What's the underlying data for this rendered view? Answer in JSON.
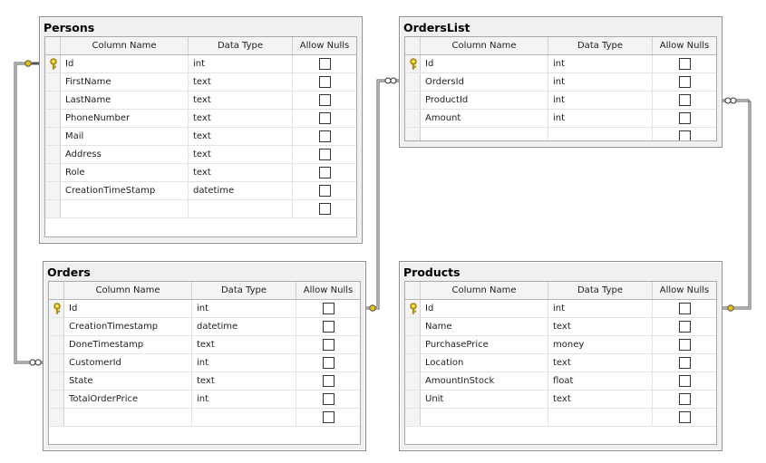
{
  "tables": [
    {
      "id": "persons",
      "title": "Persons",
      "headers": {
        "sel": "",
        "name": "Column Name",
        "type": "Data Type",
        "nulls": "Allow Nulls"
      },
      "columns": [
        {
          "name": "Id",
          "type": "int",
          "pk": true
        },
        {
          "name": "FirstName",
          "type": "text",
          "pk": false
        },
        {
          "name": "LastName",
          "type": "text",
          "pk": false
        },
        {
          "name": "PhoneNumber",
          "type": "text",
          "pk": false
        },
        {
          "name": "Mail",
          "type": "text",
          "pk": false
        },
        {
          "name": "Address",
          "type": "text",
          "pk": false
        },
        {
          "name": "Role",
          "type": "text",
          "pk": false
        },
        {
          "name": "CreationTimeStamp",
          "type": "datetime",
          "pk": false
        }
      ]
    },
    {
      "id": "orderslist",
      "title": "OrdersList",
      "headers": {
        "sel": "",
        "name": "Column Name",
        "type": "Data Type",
        "nulls": "Allow Nulls"
      },
      "columns": [
        {
          "name": "Id",
          "type": "int",
          "pk": true
        },
        {
          "name": "OrdersId",
          "type": "int",
          "pk": false
        },
        {
          "name": "ProductId",
          "type": "int",
          "pk": false
        },
        {
          "name": "Amount",
          "type": "int",
          "pk": false
        }
      ]
    },
    {
      "id": "orders",
      "title": "Orders",
      "headers": {
        "sel": "",
        "name": "Column Name",
        "type": "Data Type",
        "nulls": "Allow Nulls"
      },
      "columns": [
        {
          "name": "Id",
          "type": "int",
          "pk": true
        },
        {
          "name": "CreationTimestamp",
          "type": "datetime",
          "pk": false
        },
        {
          "name": "DoneTimestamp",
          "type": "text",
          "pk": false
        },
        {
          "name": "CustomerId",
          "type": "int",
          "pk": false
        },
        {
          "name": "State",
          "type": "text",
          "pk": false
        },
        {
          "name": "TotalOrderPrice",
          "type": "int",
          "pk": false
        }
      ]
    },
    {
      "id": "products",
      "title": "Products",
      "headers": {
        "sel": "",
        "name": "Column Name",
        "type": "Data Type",
        "nulls": "Allow Nulls"
      },
      "columns": [
        {
          "name": "Id",
          "type": "int",
          "pk": true
        },
        {
          "name": "Name",
          "type": "text",
          "pk": false
        },
        {
          "name": "PurchasePrice",
          "type": "money",
          "pk": false
        },
        {
          "name": "Location",
          "type": "text",
          "pk": false
        },
        {
          "name": "AmountInStock",
          "type": "float",
          "pk": false
        },
        {
          "name": "Unit",
          "type": "text",
          "pk": false
        }
      ]
    }
  ],
  "relationships": [
    {
      "name": "persons-orders",
      "from": "Persons.Id",
      "to": "Orders.CustomerId"
    },
    {
      "name": "orders-orderslist",
      "from": "Orders.Id",
      "to": "OrdersList.OrdersId"
    },
    {
      "name": "products-orderslist",
      "from": "Products.Id",
      "to": "OrdersList.ProductId"
    }
  ],
  "colors": {
    "key": "#e8c400",
    "line": "#555555"
  }
}
